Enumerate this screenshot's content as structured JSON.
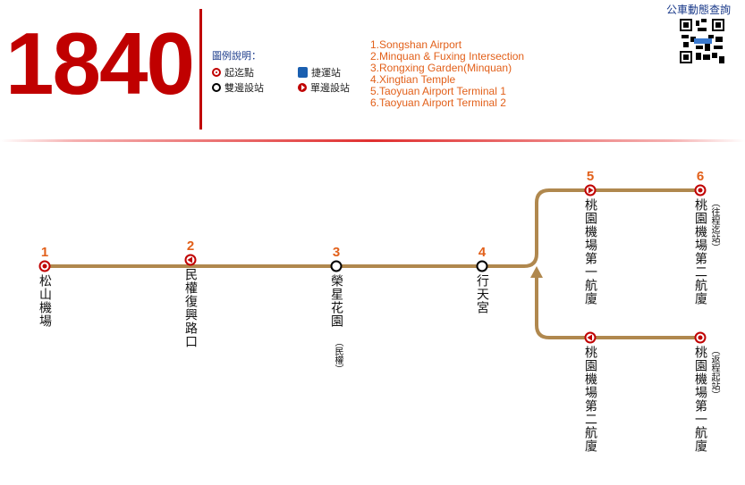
{
  "route_number": "1840",
  "legend": {
    "title": "圖例說明：",
    "terminal": "起迄點",
    "mrt": "捷運站",
    "both_dir": "雙邊設站",
    "one_dir": "單邊設站"
  },
  "stops_en": [
    "1.Songshan Airport",
    "2.Minquan & Fuxing Intersection",
    "3.Rongxing Garden(Minquan)",
    "4.Xingtian Temple",
    "5.Taoyuan Airport Terminal 1",
    "6.Taoyuan Airport Terminal 2"
  ],
  "qr": {
    "title": "公車動態查詢"
  },
  "colors": {
    "route": "#b0884e",
    "accent": "#c00000",
    "number": "#e2601a"
  },
  "stations": [
    {
      "num": "1",
      "name": "松山機場",
      "type": "terminal"
    },
    {
      "num": "2",
      "name": "民權復興路口",
      "type": "one-way-reverse"
    },
    {
      "num": "3",
      "name": "榮星花園",
      "note": "（民權）",
      "type": "both"
    },
    {
      "num": "4",
      "name": "行天宮",
      "type": "both"
    },
    {
      "num": "5",
      "name": "桃園機場第一航廈",
      "type": "one-way-forward"
    },
    {
      "num": "6",
      "name": "桃園機場第二航廈",
      "note": "（往程迄站）",
      "type": "terminal"
    },
    {
      "name": "桃園機場第二航廈",
      "type": "one-way-reverse"
    },
    {
      "name": "桃園機場第一航廈",
      "note": "（返程起站）",
      "type": "terminal"
    }
  ]
}
